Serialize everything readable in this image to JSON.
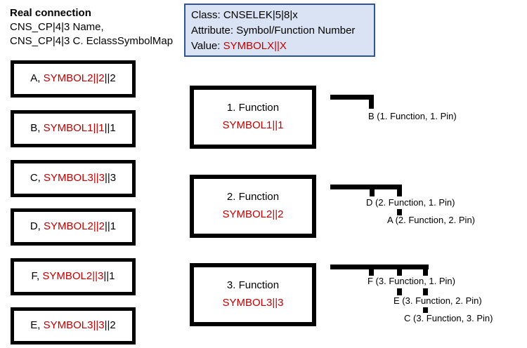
{
  "colors": {
    "red": "#C00000",
    "black": "#000000",
    "info_background": "#DAE3F3",
    "info_border": "#2F5496"
  },
  "header": {
    "title": "Real connection",
    "line1": "CNS_CP|4|3 Name,",
    "line2": "CNS_CP|4|3 C. EclassSymbolMap"
  },
  "info_box": {
    "class_line": "Class: CNSELEK|5|8|x",
    "attribute_line": "Attribute: Symbol/Function Number",
    "value_label": "Value:",
    "value": "SYMBOLX||X"
  },
  "connections": [
    {
      "label": "A,",
      "symbol": "SYMBOL2||2",
      "pin": "||2"
    },
    {
      "label": "B,",
      "symbol": "SYMBOL1||1",
      "pin": "||1"
    },
    {
      "label": "C,",
      "symbol": "SYMBOL3||3",
      "pin": "||3"
    },
    {
      "label": "D,",
      "symbol": "SYMBOL2||2",
      "pin": "||1"
    },
    {
      "label": "F,",
      "symbol": "SYMBOL2||3",
      "pin": "||1"
    },
    {
      "label": "E,",
      "symbol": "SYMBOL3||3",
      "pin": "||2"
    }
  ],
  "functions": [
    {
      "title": "1. Function",
      "symbol": "SYMBOL1||1",
      "pins": [
        "B (1. Function, 1. Pin)"
      ]
    },
    {
      "title": "2. Function",
      "symbol": "SYMBOL2||2",
      "pins": [
        "D (2. Function, 1. Pin)",
        "A (2. Function, 2. Pin)"
      ]
    },
    {
      "title": "3. Function",
      "symbol": "SYMBOL3||3",
      "pins": [
        "F (3. Function, 1. Pin)",
        "E (3. Function, 2. Pin)",
        "C (3. Function, 3. Pin)"
      ]
    }
  ]
}
